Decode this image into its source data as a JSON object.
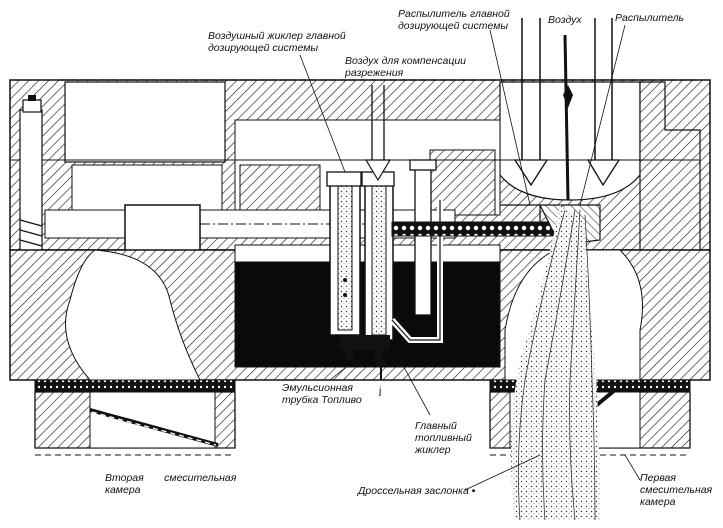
{
  "labels": {
    "air_jet_line1": "Воздушный жиклер главной",
    "air_jet_line2": "дозирующей системы",
    "comp_air_line1": "Воздух для компенсации",
    "comp_air_line2": "разрежения",
    "sprayer_main_line1": "Распылитель   главной",
    "sprayer_main_line2": "дозирующей системы",
    "air": "Воздух",
    "sprayer": "Распылитель",
    "emulsion_line1": "Эмульсионная",
    "emulsion_line2": "трубка Топливо",
    "j": "j",
    "main_jet_line1": "Главный",
    "main_jet_line2": "топливный",
    "main_jet_line3": "жиклер",
    "second_chamber_line1": "Вторая       смесительная",
    "second_chamber_line2": "камера",
    "throttle": "Дроссельная заслонка ▪",
    "first_chamber_line1": "Первая",
    "first_chamber_line2": "смесительная",
    "first_chamber_line3": "камера"
  }
}
